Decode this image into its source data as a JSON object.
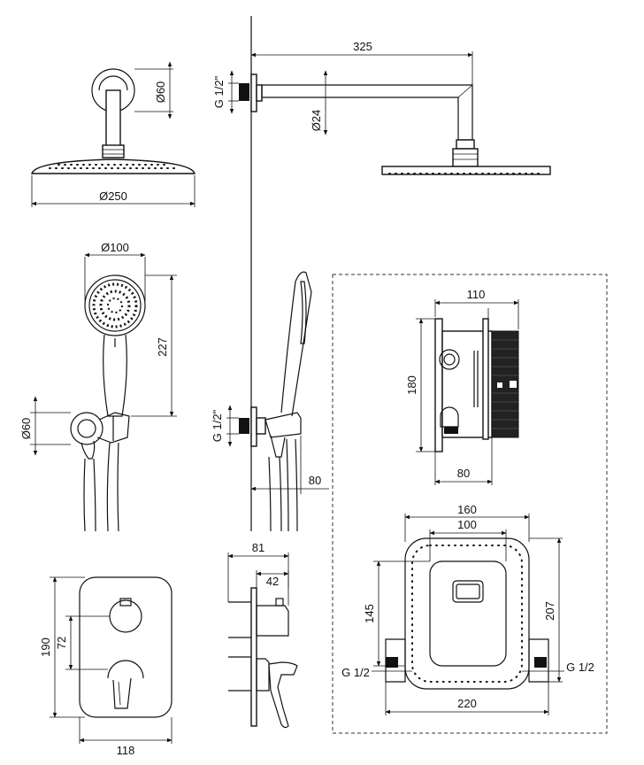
{
  "dimensions": {
    "top_head_height": "Ø60",
    "top_head_diameter": "Ø250",
    "arm_length": "325",
    "arm_thread": "G 1/2\"",
    "arm_diameter": "Ø24",
    "hand_head_diameter": "Ø100",
    "hand_length": "227",
    "holder_diameter": "Ø60",
    "holder_thread": "G 1/2\"",
    "holder_depth": "80",
    "box_width": "110",
    "box_height": "180",
    "box_depth": "80",
    "frame_width": "160",
    "frame_inner_width": "100",
    "frame_inner_height": "145",
    "frame_height": "207",
    "frame_thread_left": "G 1/2",
    "frame_thread_right": "G 1/2",
    "frame_total_width": "220",
    "plate_height": "190",
    "plate_knob_offset": "72",
    "plate_width": "118",
    "side_depth_total": "81",
    "side_depth_knob": "42"
  }
}
